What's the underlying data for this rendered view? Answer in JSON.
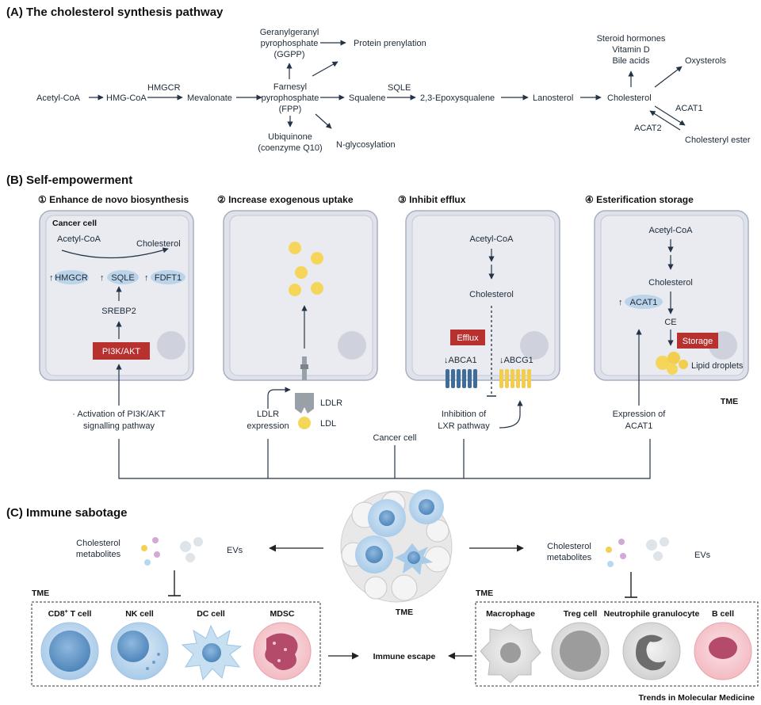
{
  "panel_a": {
    "title": "(A) The cholesterol synthesis pathway",
    "nodes": {
      "acetyl_coa": "Acetyl-CoA",
      "hmg_coa": "HMG-CoA",
      "hmgcr": "HMGCR",
      "mevalonate": "Mevalonate",
      "ggpp_1": "Geranylgeranyl",
      "ggpp_2": "pyrophosphate",
      "ggpp_3": "(GGPP)",
      "prenylation": "Protein prenylation",
      "fpp_1": "Farnesyl",
      "fpp_2": "pyrophosphate",
      "fpp_3": "(FPP)",
      "ubiquinone_1": "Ubiquinone",
      "ubiquinone_2": "(coenzyme Q10)",
      "nglyco": "N-glycosylation",
      "squalene": "Squalene",
      "sqle": "SQLE",
      "epoxysqualene": "2,3-Epoxysqualene",
      "lanosterol": "Lanosterol",
      "cholesterol": "Cholesterol",
      "steroid": "Steroid hormones",
      "vitd": "Vitamin D",
      "bile": "Bile acids",
      "oxysterols": "Oxysterols",
      "acat1": "ACAT1",
      "acat2": "ACAT2",
      "ester": "Cholesteryl ester"
    }
  },
  "panel_b": {
    "title": "(B) Self-empowerment",
    "sections": [
      "① Enhance de novo biosynthesis",
      "② Increase exogenous uptake",
      "③ Inhibit efflux",
      "④ Esterification storage"
    ],
    "cell1": {
      "cancer_cell": "Cancer cell",
      "acetyl_coa": "Acetyl-CoA",
      "cholesterol": "Cholesterol",
      "hmgcr": "HMGCR",
      "sqle": "SQLE",
      "fdft1": "FDFT1",
      "srebp2": "SREBP2",
      "pi3k": "PI3K/AKT",
      "caption_1": "· Activation of PI3K/AKT",
      "caption_2": "signalling pathway"
    },
    "cell2": {
      "ldlr": "LDLR",
      "ldl": "LDL",
      "caption_1": "LDLR",
      "caption_2": "expression"
    },
    "cell3": {
      "acetyl_coa": "Acetyl-CoA",
      "cholesterol": "Cholesterol",
      "efflux": "Efflux",
      "abca1": "↓ABCA1",
      "abcg1": "↓ABCG1",
      "caption_1": "Inhibition of",
      "caption_2": "LXR pathway"
    },
    "cell4": {
      "acetyl_coa": "Acetyl-CoA",
      "cholesterol": "Cholesterol",
      "acat1": "ACAT1",
      "ce": "CE",
      "storage": "Storage",
      "lipid": "Lipid droplets",
      "caption_1": "Expression of",
      "caption_2": "ACAT1"
    },
    "tme": "TME",
    "cancer_cell_label": "Cancer cell"
  },
  "panel_c": {
    "title": "(C) Immune sabotage",
    "left_metabolites_1": "Cholesterol",
    "left_metabolites_2": "metabolites",
    "left_evs": "EVs",
    "right_metabolites_1": "Cholesterol",
    "right_metabolites_2": "metabolites",
    "right_evs": "EVs",
    "tme_center": "TME",
    "tme_left": "TME",
    "tme_right": "TME",
    "immune_escape": "Immune escape",
    "left_cells": [
      "CD8",
      "NK cell",
      "DC cell",
      "MDSC"
    ],
    "cd8_sup": "+",
    "cd8_suffix": " T cell",
    "right_cells": [
      "Macrophage",
      "Treg cell",
      "Neutrophile granulocyte",
      "B cell"
    ]
  },
  "footer": "Trends in Molecular Medicine",
  "colors": {
    "arrow": "#243447",
    "red_box": "#b7312f",
    "cell_fill": "#e6e8ef",
    "cell_border": "#a9afc2",
    "enzyme_oval": "#bcd4ea",
    "yellow": "#f6d65a",
    "receptor_blue": "#3f6d99"
  }
}
